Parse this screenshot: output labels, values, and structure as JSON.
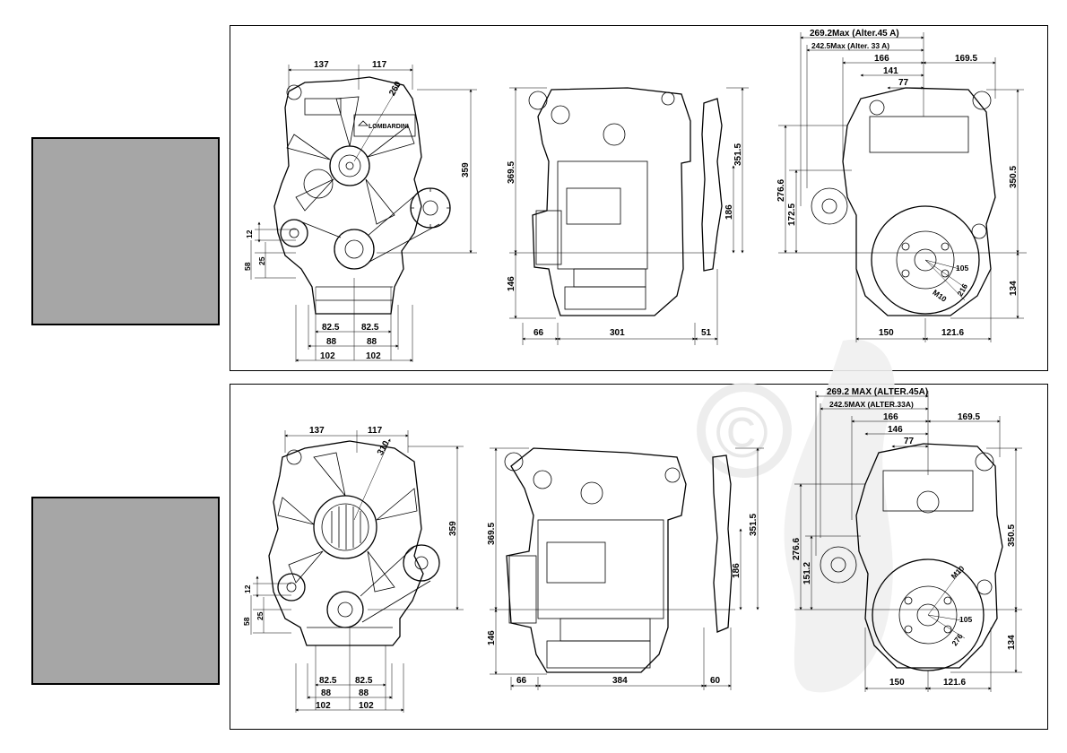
{
  "placeholders": [
    {
      "name": "placeholder-box-top",
      "color": "#a6a6a6"
    },
    {
      "name": "placeholder-box-bottom",
      "color": "#a6a6a6"
    }
  ],
  "brand_label": "LOMBARDINI",
  "watermark": "©",
  "top": {
    "front": {
      "w_left": "137",
      "w_right": "117",
      "radius": "260",
      "h_total": "359",
      "d12": "12",
      "d25": "25",
      "d58": "58",
      "b825a": "82.5",
      "b825b": "82.5",
      "b88a": "88",
      "b88b": "88",
      "b102a": "102",
      "b102b": "102"
    },
    "side": {
      "h3695": "369.5",
      "h146": "146",
      "h3515": "351.5",
      "h186": "186",
      "w66": "66",
      "w301": "301",
      "w51": "51"
    },
    "rear": {
      "max1": "269.2Max (Alter.45 A)",
      "max2": "242.5Max (Alter. 33 A)",
      "w166": "166",
      "w1695": "169.5",
      "w141": "141",
      "w77": "77",
      "h2766": "276.6",
      "h1725": "172.5",
      "h3505": "350.5",
      "h134": "134",
      "w150": "150",
      "w1216": "121.6",
      "r105": "105",
      "r216": "216",
      "m10": "M10"
    }
  },
  "bottom": {
    "front": {
      "w_left": "137",
      "w_right": "117",
      "radius": "310",
      "h_total": "359",
      "d12": "12",
      "d25": "25",
      "d58": "58",
      "b825a": "82.5",
      "b825b": "82.5",
      "b88a": "88",
      "b88b": "88",
      "b102a": "102",
      "b102b": "102"
    },
    "side": {
      "h3695": "369.5",
      "h146": "146",
      "h3515": "351.5",
      "h186": "186",
      "w66": "66",
      "w384": "384",
      "w60": "60"
    },
    "rear": {
      "max1": "269.2 MAX (ALTER.45A)",
      "max2": "242.5MAX (ALTER.33A)",
      "w166": "166",
      "w1695": "169.5",
      "w146": "146",
      "w77": "77",
      "h2766": "276.6",
      "h1512": "151.2",
      "h3505": "350.5",
      "h134": "134",
      "w150": "150",
      "w1216": "121.6",
      "r105": "105",
      "r276": "276",
      "m10": "M10"
    }
  }
}
